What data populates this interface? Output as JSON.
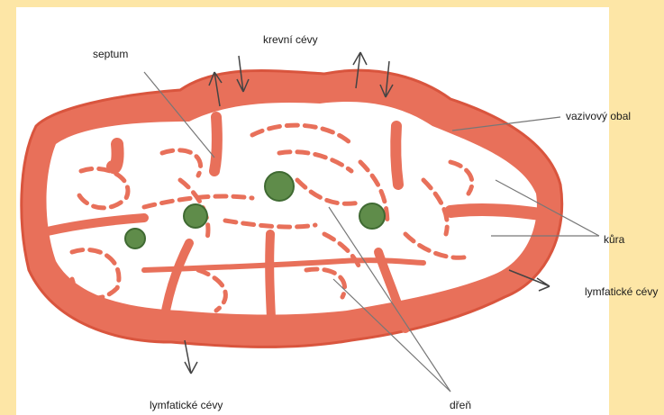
{
  "labels": {
    "septum": "septum",
    "krevni_cevy": "krevní cévy",
    "vazivovy_obal": "vazivový obal",
    "kura": "kůra",
    "lymfaticke_cevy_right": "lymfatické cévy",
    "lymfaticke_cevy_bottom": "lymfatické cévy",
    "dren": "dřeň"
  },
  "colors": {
    "background": "#fde6a6",
    "panel": "#ffffff",
    "tissue": "#e8705a",
    "tissue_dark": "#d9553e",
    "follicle": "#5f8c4a",
    "arrow": "#555555"
  }
}
